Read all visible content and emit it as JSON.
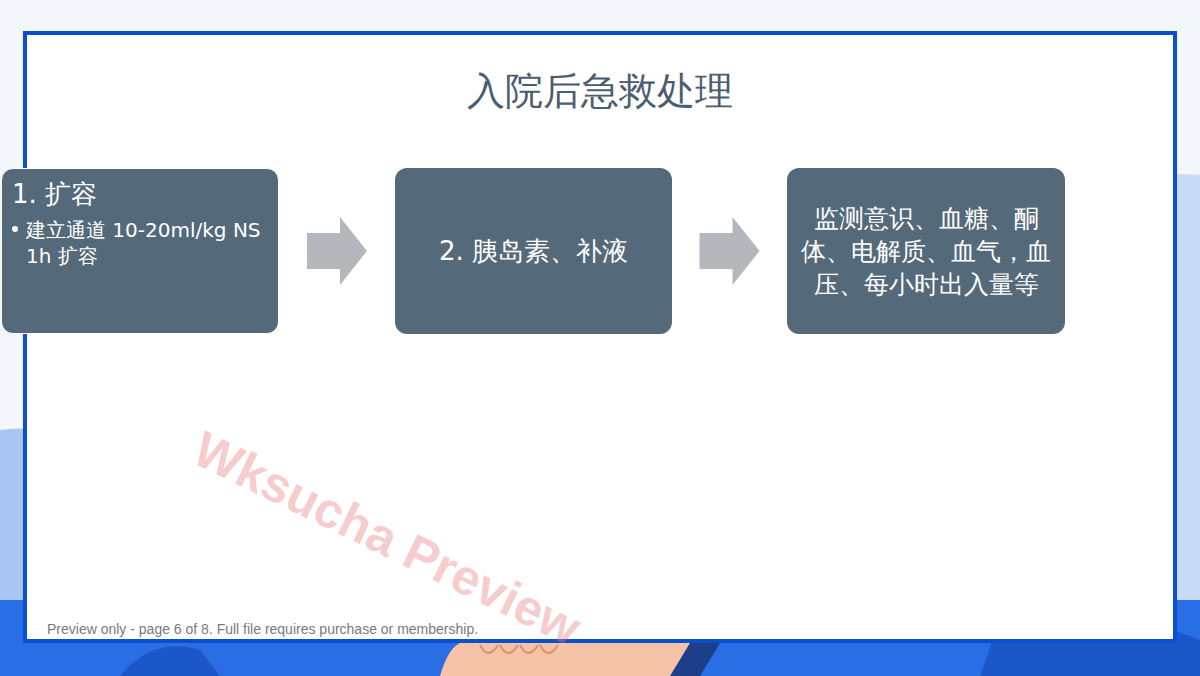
{
  "diagram": {
    "title": "入院后急救处理",
    "nodes": [
      {
        "text": [
          "1. 扩容",
          "建立通道 10-20ml/kg NS 1h  扩容"
        ]
      },
      {
        "text": [
          "2. 胰岛素、补液"
        ]
      },
      {
        "text": [
          "监测意识、血糖、酮体、电解质、血气，血压、每小时出入量等"
        ]
      }
    ],
    "edges": [
      {
        "from": 0,
        "to": 1,
        "arrow": "to"
      },
      {
        "from": 1,
        "to": 2,
        "arrow": "to"
      }
    ],
    "labels": [
      "Wksucha Preview",
      "Preview only - page 6 of 8. Full file requires purchase or membership."
    ]
  }
}
